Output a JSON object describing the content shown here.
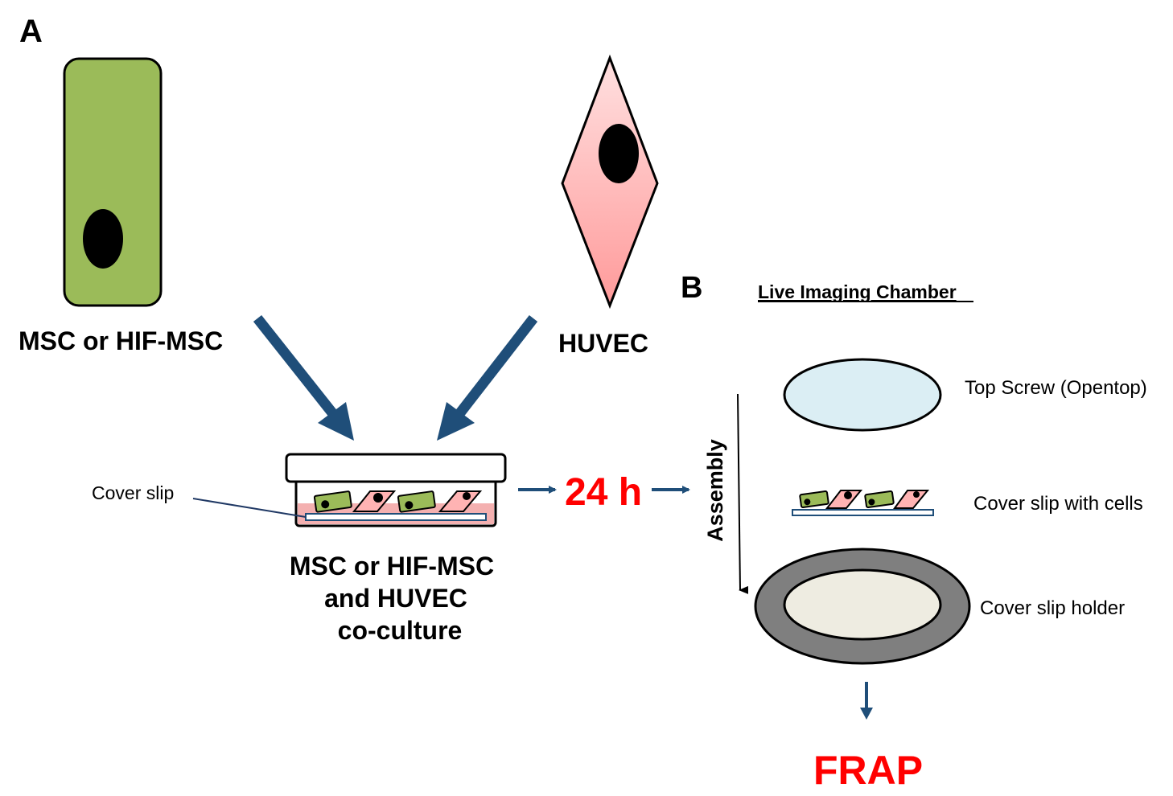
{
  "panel_a": {
    "label": "A",
    "msc_label": "MSC or HIF-MSC",
    "huvec_label": "HUVEC",
    "cover_slip_label": "Cover slip",
    "coculture_lines": [
      "MSC or HIF-MSC",
      "and HUVEC",
      "co-culture"
    ],
    "time_label": "24 h"
  },
  "panel_b": {
    "label": "B",
    "title": "Live Imaging Chamber",
    "assembly_label": "Assembly",
    "top_screw_label": "Top Screw (Opentop)",
    "cover_slip_cells_label": "Cover slip with cells",
    "holder_label": "Cover slip holder",
    "result_label": "FRAP"
  },
  "colors": {
    "msc_green": "#9bbb59",
    "huvec_pink": "#ffb3b3",
    "arrow_blue": "#1f4e79",
    "accent_red": "#ff0000",
    "screw_blue": "#dbeef4",
    "holder_gray": "#7f7f7f",
    "holder_inner": "#eeece1"
  }
}
